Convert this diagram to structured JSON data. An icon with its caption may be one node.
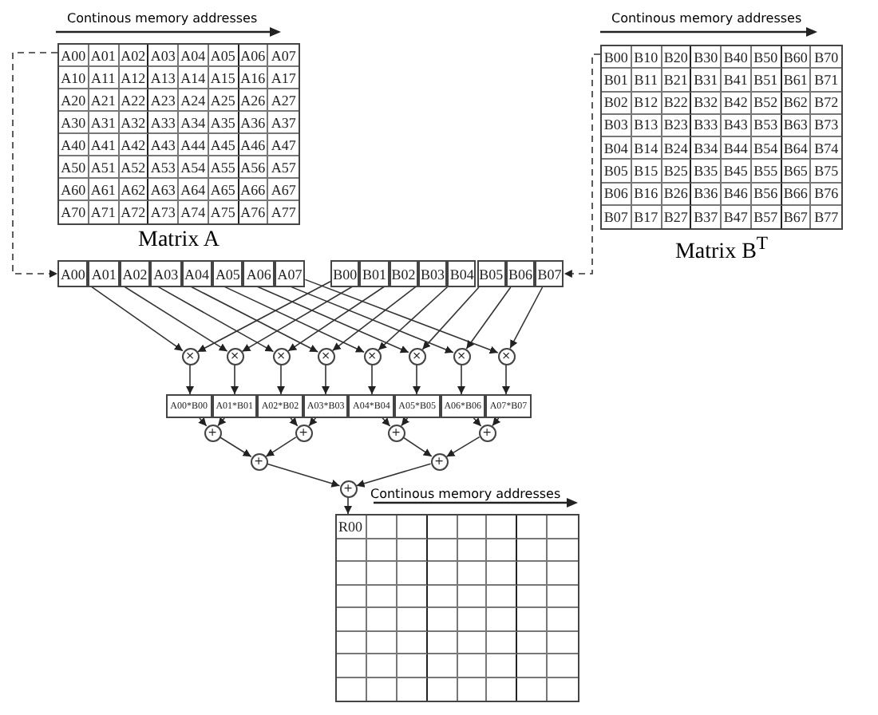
{
  "diagram": {
    "nodes": [
      {
        "text": [
          "A00",
          "A01",
          "A02",
          "A03",
          "A04",
          "A05",
          "A06",
          "A07",
          "A10",
          "A11",
          "A12",
          "A13",
          "A14",
          "A15",
          "A16",
          "A17",
          "A20",
          "A21",
          "A22",
          "A23",
          "A24",
          "A25",
          "A26",
          "A27",
          "A30",
          "A31",
          "A32",
          "A33",
          "A34",
          "A35",
          "A36",
          "A37",
          "A40",
          "A41",
          "A42",
          "A43",
          "A44",
          "A45",
          "A46",
          "A47",
          "A50",
          "A51",
          "A52",
          "A53",
          "A54",
          "A55",
          "A56",
          "A57",
          "A60",
          "A61",
          "A62",
          "A63",
          "A64",
          "A65",
          "A66",
          "A67",
          "A70",
          "A71",
          "A72",
          "A73",
          "A74",
          "A75",
          "A76",
          "A77"
        ],
        "beside": [
          "Matrix A"
        ]
      },
      {
        "text": [
          "B00",
          "B10",
          "B20",
          "B30",
          "B40",
          "B50",
          "B60",
          "B70",
          "B01",
          "B11",
          "B21",
          "B31",
          "B41",
          "B51",
          "B61",
          "B71",
          "B02",
          "B12",
          "B22",
          "B32",
          "B42",
          "B52",
          "B62",
          "B72",
          "B03",
          "B13",
          "B23",
          "B33",
          "B43",
          "B53",
          "B63",
          "B73",
          "B04",
          "B14",
          "B24",
          "B34",
          "B44",
          "B54",
          "B64",
          "B74",
          "B05",
          "B15",
          "B25",
          "B35",
          "B45",
          "B55",
          "B65",
          "B75",
          "B06",
          "B16",
          "B26",
          "B36",
          "B46",
          "B56",
          "B66",
          "B76",
          "B07",
          "B17",
          "B27",
          "B37",
          "B47",
          "B57",
          "B67",
          "B77"
        ],
        "beside": [
          "Matrix B$^{T}$"
        ]
      },
      {
        "text": [
          "A00"
        ]
      },
      {
        "text": [
          "A01"
        ]
      },
      {
        "text": [
          "A02"
        ]
      },
      {
        "text": [
          "A03"
        ]
      },
      {
        "text": [
          "A04"
        ]
      },
      {
        "text": [
          "A05"
        ]
      },
      {
        "text": [
          "A06"
        ]
      },
      {
        "text": [
          "A07"
        ]
      },
      {
        "text": [
          "B00"
        ]
      },
      {
        "text": [
          "B01"
        ]
      },
      {
        "text": [
          "B02"
        ]
      },
      {
        "text": [
          "B03"
        ]
      },
      {
        "text": [
          "B04"
        ]
      },
      {
        "text": [
          "B05"
        ]
      },
      {
        "text": [
          "B06"
        ]
      },
      {
        "text": [
          "B07"
        ]
      },
      {
        "text": [
          "×"
        ]
      },
      {
        "text": [
          "×"
        ]
      },
      {
        "text": [
          "×"
        ]
      },
      {
        "text": [
          "×"
        ]
      },
      {
        "text": [
          "×"
        ]
      },
      {
        "text": [
          "×"
        ]
      },
      {
        "text": [
          "×"
        ]
      },
      {
        "text": [
          "×"
        ]
      },
      {
        "text": [
          "A00*B00"
        ]
      },
      {
        "text": [
          "A01*B01"
        ]
      },
      {
        "text": [
          "A02*B02"
        ]
      },
      {
        "text": [
          "A03*B03"
        ]
      },
      {
        "text": [
          "A04*B04"
        ]
      },
      {
        "text": [
          "A05*B05"
        ]
      },
      {
        "text": [
          "A06*B06"
        ]
      },
      {
        "text": [
          "A07*B07"
        ]
      },
      {
        "text": [
          "+"
        ]
      },
      {
        "text": [
          "+"
        ]
      },
      {
        "text": [
          "+"
        ]
      },
      {
        "text": [
          "+"
        ]
      },
      {
        "text": [
          "+"
        ]
      },
      {
        "text": [
          "+"
        ]
      },
      {
        "text": [
          "+"
        ]
      },
      {
        "text": [
          "R00"
        ]
      }
    ],
    "edges": [
      {
        "from": 0,
        "to": 2,
        "arrow": "to",
        "style": "dashed"
      },
      {
        "from": 1,
        "to": 17,
        "arrow": "to",
        "style": "dashed"
      },
      {
        "from": 2,
        "to": 18,
        "arrow": "to"
      },
      {
        "from": 3,
        "to": 19,
        "arrow": "to"
      },
      {
        "from": 4,
        "to": 20,
        "arrow": "to"
      },
      {
        "from": 5,
        "to": 21,
        "arrow": "to"
      },
      {
        "from": 6,
        "to": 22,
        "arrow": "to"
      },
      {
        "from": 7,
        "to": 23,
        "arrow": "to"
      },
      {
        "from": 8,
        "to": 24,
        "arrow": "to"
      },
      {
        "from": 9,
        "to": 25,
        "arrow": "to"
      },
      {
        "from": 10,
        "to": 18,
        "arrow": "to"
      },
      {
        "from": 11,
        "to": 19,
        "arrow": "to"
      },
      {
        "from": 12,
        "to": 20,
        "arrow": "to"
      },
      {
        "from": 13,
        "to": 21,
        "arrow": "to"
      },
      {
        "from": 14,
        "to": 22,
        "arrow": "to"
      },
      {
        "from": 15,
        "to": 23,
        "arrow": "to"
      },
      {
        "from": 16,
        "to": 24,
        "arrow": "to"
      },
      {
        "from": 17,
        "to": 25,
        "arrow": "to"
      },
      {
        "from": 18,
        "to": 26,
        "arrow": "to"
      },
      {
        "from": 19,
        "to": 27,
        "arrow": "to"
      },
      {
        "from": 20,
        "to": 28,
        "arrow": "to"
      },
      {
        "from": 21,
        "to": 29,
        "arrow": "to"
      },
      {
        "from": 22,
        "to": 30,
        "arrow": "to"
      },
      {
        "from": 23,
        "to": 31,
        "arrow": "to"
      },
      {
        "from": 24,
        "to": 32,
        "arrow": "to"
      },
      {
        "from": 25,
        "to": 33,
        "arrow": "to"
      },
      {
        "from": 26,
        "to": 34,
        "arrow": "to"
      },
      {
        "from": 27,
        "to": 34,
        "arrow": "to"
      },
      {
        "from": 28,
        "to": 35,
        "arrow": "to"
      },
      {
        "from": 29,
        "to": 35,
        "arrow": "to"
      },
      {
        "from": 30,
        "to": 36,
        "arrow": "to"
      },
      {
        "from": 31,
        "to": 36,
        "arrow": "to"
      },
      {
        "from": 32,
        "to": 37,
        "arrow": "to"
      },
      {
        "from": 33,
        "to": 37,
        "arrow": "to"
      },
      {
        "from": 34,
        "to": 38,
        "arrow": "to"
      },
      {
        "from": 35,
        "to": 38,
        "arrow": "to"
      },
      {
        "from": 36,
        "to": 39,
        "arrow": "to"
      },
      {
        "from": 37,
        "to": 39,
        "arrow": "to"
      },
      {
        "from": 38,
        "to": 40,
        "arrow": "to"
      },
      {
        "from": 39,
        "to": 40,
        "arrow": "to"
      },
      {
        "from": 40,
        "to": 41,
        "arrow": "to"
      }
    ],
    "labels": [
      "Continous memory addresses",
      "Continous memory addresses",
      "Continous memory addresses"
    ]
  }
}
